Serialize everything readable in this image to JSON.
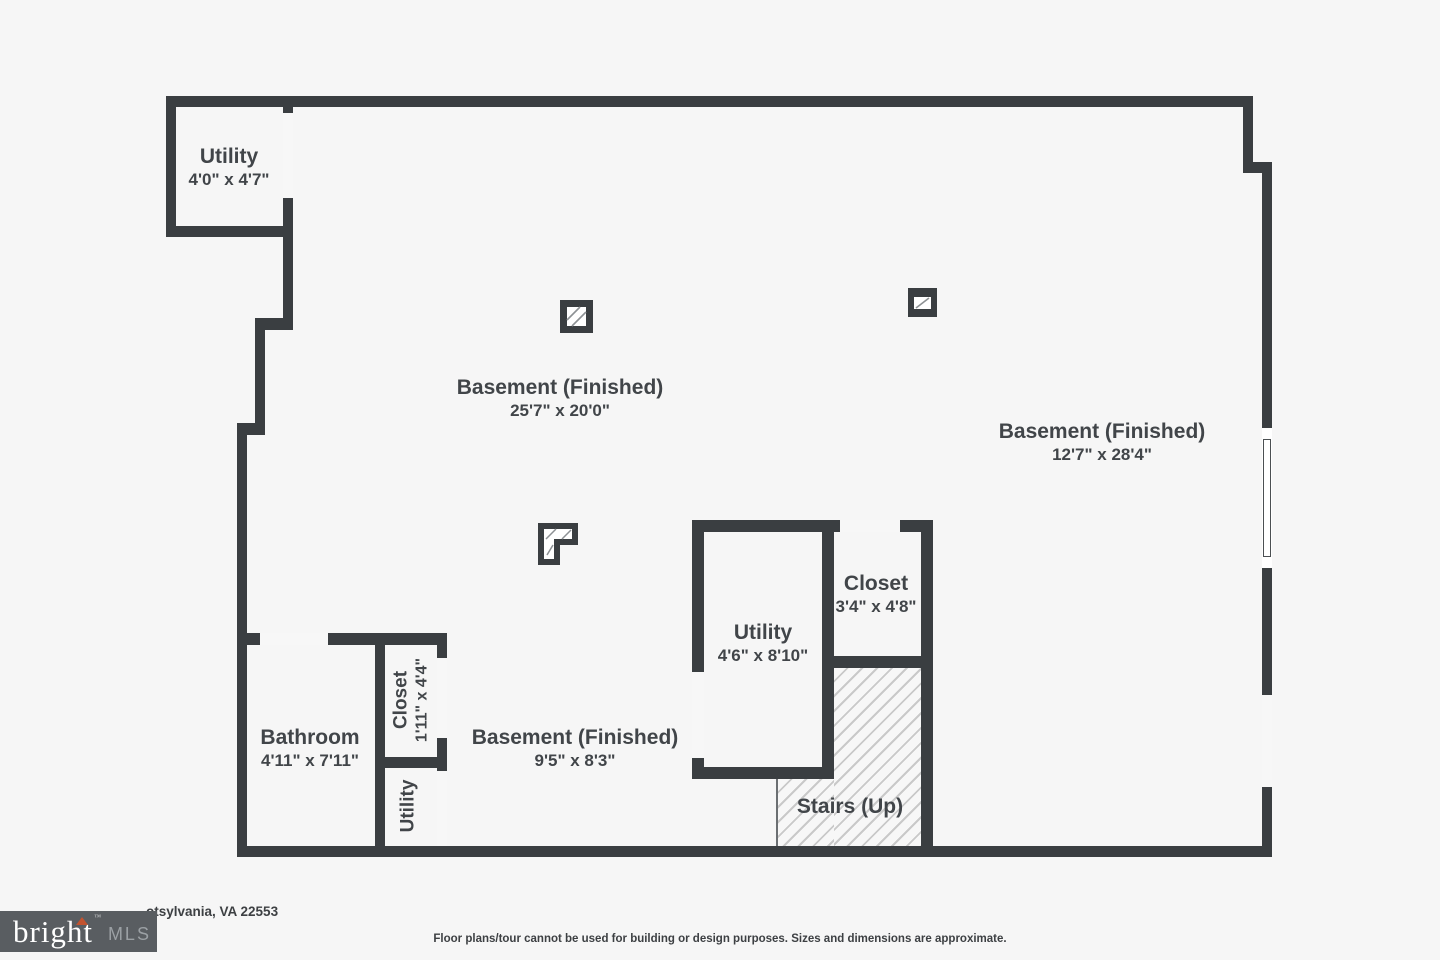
{
  "plan": {
    "rooms": {
      "utility_tl": {
        "name": "Utility",
        "dims": "4'0\" x 4'7\""
      },
      "basement_main": {
        "name": "Basement (Finished)",
        "dims": "25'7\" x 20'0\""
      },
      "basement_right": {
        "name": "Basement (Finished)",
        "dims": "12'7\" x 28'4\""
      },
      "utility_mid": {
        "name": "Utility",
        "dims": "4'6\" x 8'10\""
      },
      "closet_mid": {
        "name": "Closet",
        "dims": "3'4\" x 4'8\""
      },
      "stairs": {
        "name": "Stairs (Up)"
      },
      "bathroom": {
        "name": "Bathroom",
        "dims": "4'11\" x 7'11\""
      },
      "closet_small": {
        "name": "Closet",
        "dims": "1'11\" x 4'4\""
      },
      "utility_small": {
        "name": "Utility"
      },
      "basement_small": {
        "name": "Basement (Finished)",
        "dims": "9'5\" x 8'3\""
      }
    },
    "icons": {
      "pillar_square_large": "column-pillar",
      "pillar_square_small": "column-pillar",
      "pillar_l_shape": "column-pillar-l"
    }
  },
  "footer": {
    "address_visible": "otsylvania, VA 22553",
    "disclaimer": "Floor plans/tour cannot be used for building or design purposes. Sizes and dimensions are approximate.",
    "logo": {
      "brand": "bright",
      "tm": "™",
      "suffix": "MLS"
    }
  },
  "colors": {
    "wall": "#3a3e41",
    "floor": "#f6f6f6",
    "text": "#414549",
    "hatch": "#c9c9c9",
    "logo_bg": "#595d61",
    "logo_mls": "#9ba0a4",
    "logo_accent": "#c2532f"
  }
}
